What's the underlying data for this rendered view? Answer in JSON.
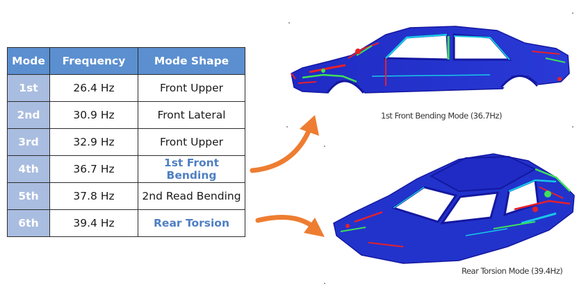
{
  "table": {
    "headers": [
      "Mode",
      "Frequency",
      "Mode Shape"
    ],
    "rows": [
      {
        "mode": "1st",
        "frequency": "26.4 Hz",
        "shape": "Front Upper",
        "highlight": false
      },
      {
        "mode": "2nd",
        "frequency": "30.9 Hz",
        "shape": "Front Lateral",
        "highlight": false
      },
      {
        "mode": "3rd",
        "frequency": "32.9 Hz",
        "shape": "Front Upper",
        "highlight": false
      },
      {
        "mode": "4th",
        "frequency": "36.7 Hz",
        "shape": "1st Front Bending",
        "highlight": true
      },
      {
        "mode": "5th",
        "frequency": "37.8 Hz",
        "shape": "2nd Read Bending",
        "highlight": false
      },
      {
        "mode": "6th",
        "frequency": "39.4 Hz",
        "shape": "Rear Torsion",
        "highlight": true
      }
    ]
  },
  "figures": {
    "bending": {
      "caption": "1st Front Bending Mode (36.7Hz)"
    },
    "torsion": {
      "caption": "Rear Torsion Mode (39.4Hz)"
    }
  },
  "colors": {
    "header_bg": "#5b8fd0",
    "mode_col_bg": "#a9bde0",
    "highlight_text": "#4f7fc4",
    "arrow": "#ee7d31",
    "body_blue": "#2233cc",
    "stress_cyan": "#18c8e8",
    "stress_green": "#3ee05a",
    "stress_red": "#e8202a"
  },
  "icons": {
    "arrow_top": "curved-arrow-up-right",
    "arrow_bottom": "curved-arrow-down-right",
    "car_top": "car-body-in-white-side",
    "car_bottom": "car-body-in-white-iso"
  }
}
